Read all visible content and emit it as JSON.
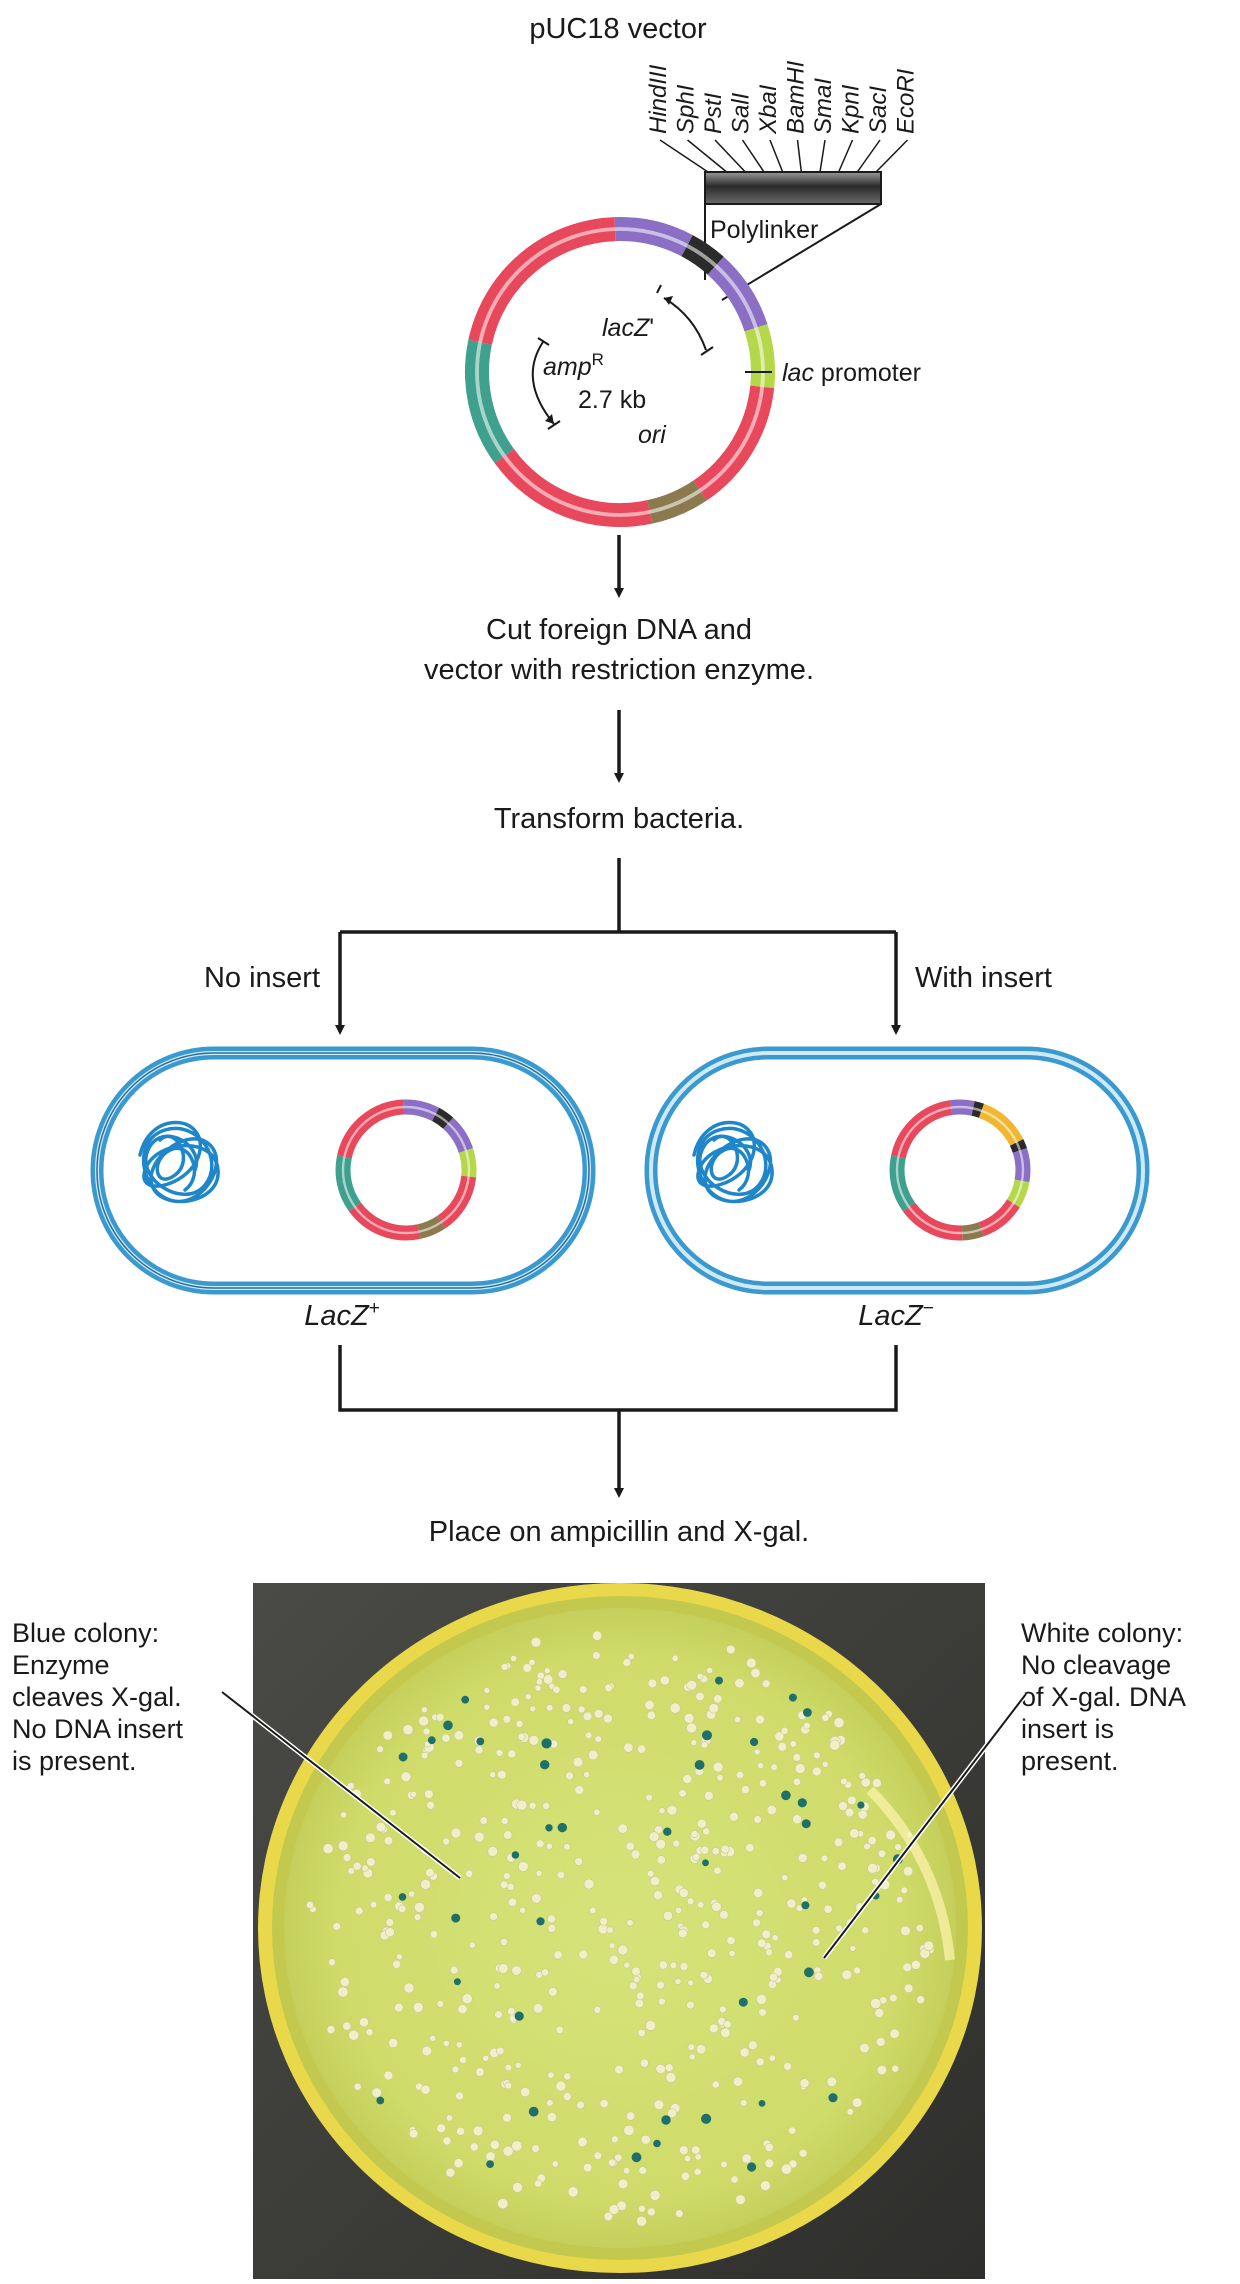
{
  "vector": {
    "title": "pUC18 vector",
    "restriction_sites": [
      "HindIII",
      "SphI",
      "PstI",
      "SalI",
      "XbaI",
      "BamHI",
      "SmaI",
      "KpnI",
      "SacI",
      "EcoRI"
    ],
    "polylinker_label": "Polylinker",
    "lacz_label": "lacZ",
    "lacz_suffix": "'",
    "amp_label": "amp",
    "amp_superscript": "R",
    "size_label": "2.7 kb",
    "ori_label": "ori",
    "promoter_label_italic": "lac",
    "promoter_label_rest": " promoter",
    "colors": {
      "backbone": "#e8485c",
      "amp": "#3fa08e",
      "lacz": "#8a6fc4",
      "polylinker": "#2b2b2b",
      "promoter": "#b5d84a",
      "ori": "#8a7a4e",
      "insert": "#f2b731"
    }
  },
  "steps": {
    "step1_line1": "Cut foreign DNA and",
    "step1_line2": "vector with restriction enzyme.",
    "step2": "Transform bacteria.",
    "step3": "Place on ampicillin and X-gal."
  },
  "branches": {
    "left_label": "No insert",
    "right_label": "With insert",
    "left_phenotype": "LacZ",
    "left_phenotype_sup": "+",
    "right_phenotype": "LacZ",
    "right_phenotype_sup": "−",
    "cell_color": "#3a9ad0"
  },
  "plate": {
    "blue_label": [
      "Blue colony:",
      "Enzyme",
      "cleaves X-gal.",
      "No DNA insert",
      "is present."
    ],
    "white_label": [
      "White colony:",
      "No cleavage",
      "of X-gal. DNA",
      "insert is",
      "present."
    ]
  }
}
